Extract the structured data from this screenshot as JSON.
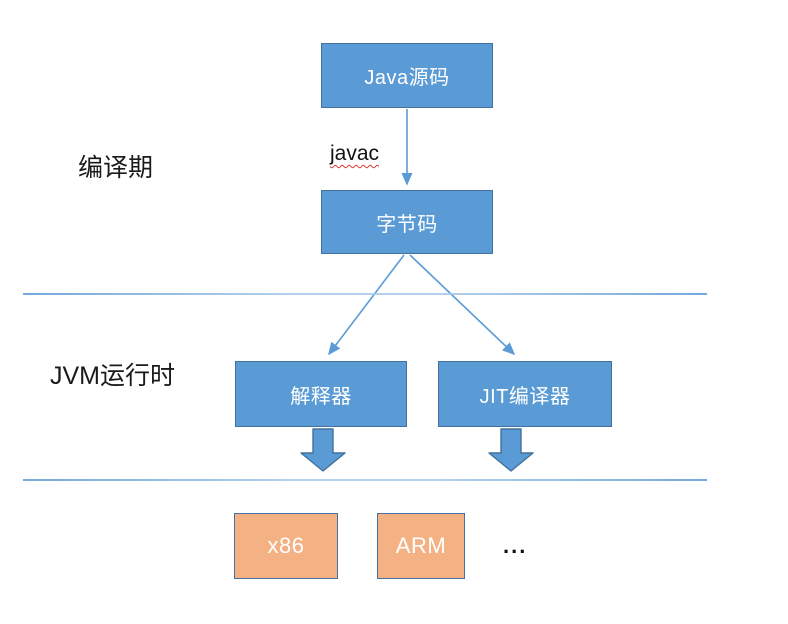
{
  "diagram": {
    "title_note": "",
    "nodes": {
      "java_source": {
        "label": "Java源码"
      },
      "bytecode": {
        "label": "字节码"
      },
      "interpreter": {
        "label": "解释器"
      },
      "jit": {
        "label": "JIT编译器"
      },
      "x86": {
        "label": "x86"
      },
      "arm": {
        "label": "ARM"
      },
      "more": {
        "label": "..."
      }
    },
    "labels": {
      "compile_phase": "编译期",
      "jvm_runtime": "JVM运行时",
      "javac": "javac"
    },
    "edges": [
      {
        "from": "java_source",
        "to": "bytecode",
        "label": "javac",
        "style": "thin-arrow"
      },
      {
        "from": "bytecode",
        "to": "interpreter",
        "style": "thin-arrow"
      },
      {
        "from": "bytecode",
        "to": "jit",
        "style": "thin-arrow"
      },
      {
        "from": "interpreter",
        "to": "x86-layer",
        "style": "block-arrow"
      },
      {
        "from": "jit",
        "to": "x86-layer",
        "style": "block-arrow"
      }
    ],
    "colors": {
      "node_fill_blue": "#5b9bd5",
      "node_border_blue": "#41719c",
      "node_fill_orange": "#f4b183",
      "node_border_orange": "#4472a8",
      "connector": "#5b9bd5",
      "divider_line": "#8db8e2",
      "spellcheck_underline": "#d83b2f",
      "text_on_node": "#ffffff",
      "text_label": "#1a1a1a"
    }
  }
}
